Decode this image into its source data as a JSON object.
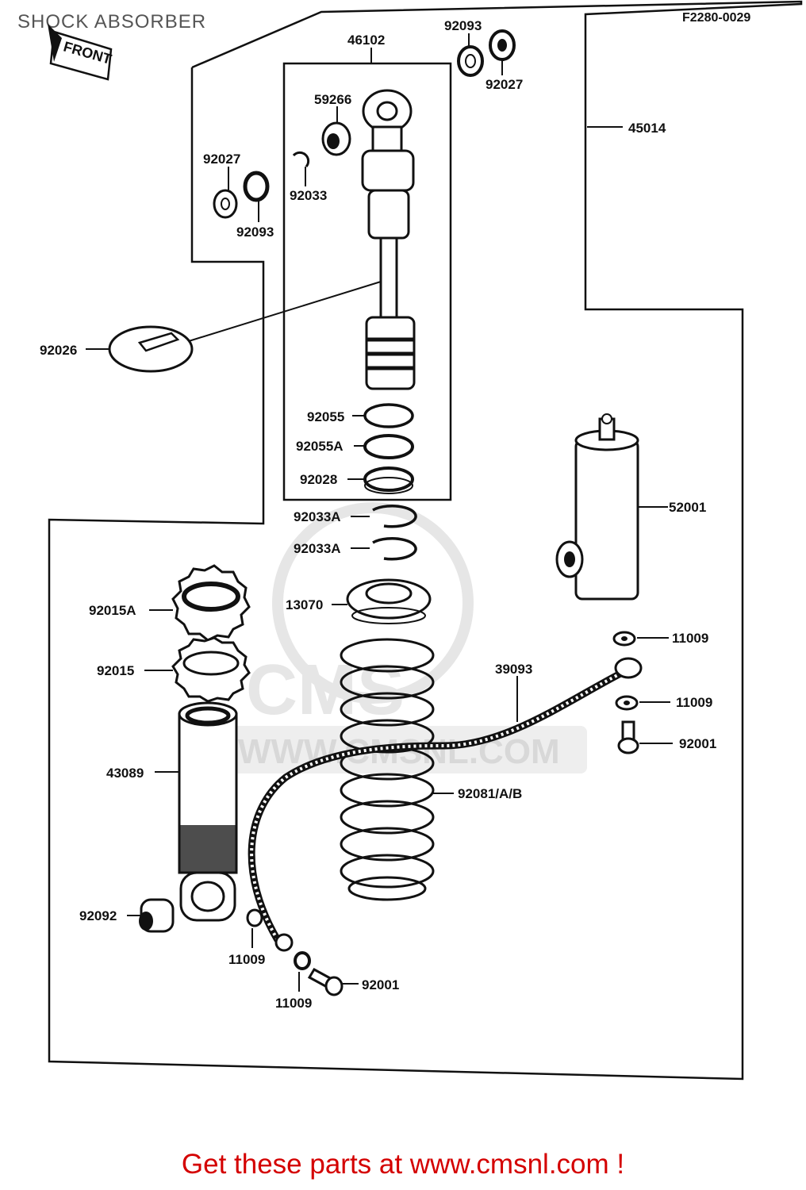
{
  "header": {
    "title": "SHOCK ABSORBER",
    "ref_code": "F2280-0029"
  },
  "diagram": {
    "front_tag": "FRONT",
    "watermark": {
      "logo": "CMS",
      "url": "WWW.CMSNL.COM"
    },
    "callouts": {
      "c46102": "46102",
      "c92093_top": "92093",
      "c92027_top": "92027",
      "c59266": "59266",
      "c45014": "45014",
      "c92027_left": "92027",
      "c92033": "92033",
      "c92093_left": "92093",
      "c92026": "92026",
      "c92055": "92055",
      "c92055A": "92055A",
      "c92028": "92028",
      "c92033A_1": "92033A",
      "c92033A_2": "92033A",
      "c52001": "52001",
      "c92015A": "92015A",
      "c13070": "13070",
      "c11009_r1": "11009",
      "c92015": "92015",
      "c39093": "39093",
      "c11009_r2": "11009",
      "c92001_r": "92001",
      "c43089": "43089",
      "c92081": "92081/A/B",
      "c92092": "92092",
      "c11009_b1": "11009",
      "c92001_b": "92001",
      "c11009_b2": "11009"
    }
  },
  "footer": {
    "promo": "Get these parts at www.cmsnl.com !"
  },
  "colors": {
    "promo": "#d40000",
    "title": "#555555",
    "ink": "#111111",
    "watermark": "#e6e6e6"
  }
}
